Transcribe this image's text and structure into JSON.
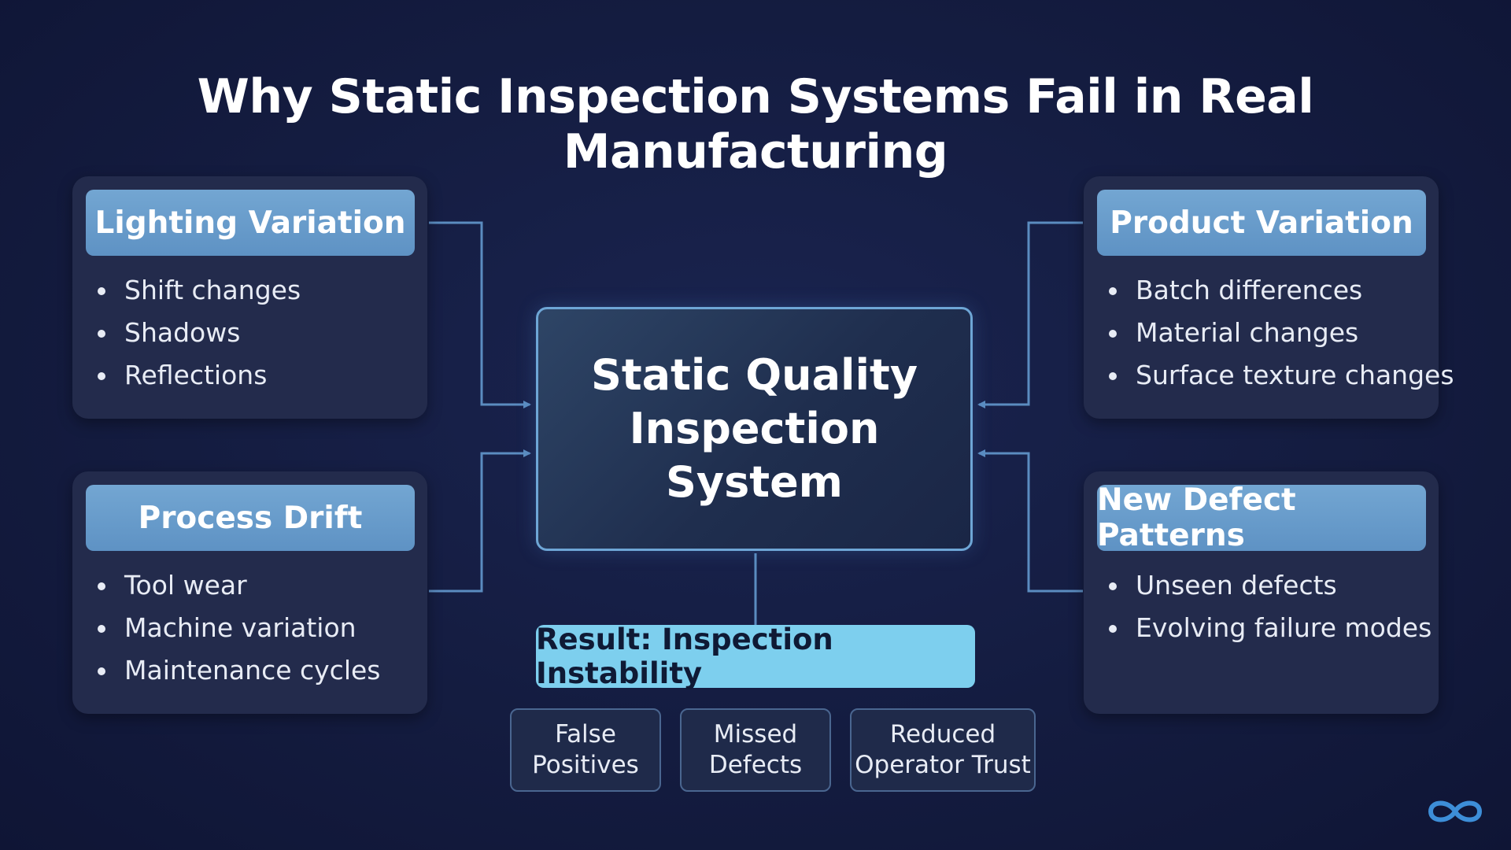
{
  "title": "Why Static Inspection Systems Fail in Real Manufacturing",
  "factors": [
    {
      "title": "Lighting Variation",
      "items": [
        "Shift changes",
        "Shadows",
        "Reflections"
      ]
    },
    {
      "title": "Process Drift",
      "items": [
        "Tool wear",
        "Machine variation",
        "Maintenance cycles"
      ]
    },
    {
      "title": "Product Variation",
      "items": [
        "Batch differences",
        "Material changes",
        "Surface texture changes"
      ]
    },
    {
      "title": "New Defect Patterns",
      "items": [
        "Unseen defects",
        "Evolving failure modes"
      ]
    }
  ],
  "center": {
    "line1": "Static Quality",
    "line2": "Inspection System"
  },
  "result": "Result: Inspection Instability",
  "outcomes": [
    {
      "line1": "False",
      "line2": "Positives"
    },
    {
      "line1": "Missed",
      "line2": "Defects"
    },
    {
      "line1": "Reduced",
      "line2": "Operator Trust"
    }
  ],
  "colors": {
    "background": "#141c40",
    "card": "#232b4c",
    "header": "#6a9ecd",
    "connector": "#5b8cc0",
    "result": "#7dcfee",
    "center_border": "#6ea6d6"
  },
  "icons": {
    "logo": "infinity-logo-icon"
  }
}
